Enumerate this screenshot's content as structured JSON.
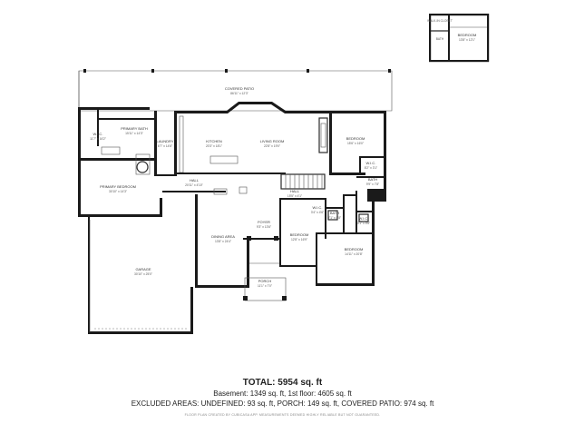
{
  "upper_floor": {
    "rooms": [
      {
        "name": "WALK-IN CLOSET",
        "dims": "",
        "key": "u1"
      },
      {
        "name": "BATH",
        "dims": "",
        "key": "u2"
      },
      {
        "name": "BEDROOM",
        "dims": "13'8\" x 12'1\"",
        "key": "u3"
      }
    ]
  },
  "main_floor": {
    "rooms": [
      {
        "name": "COVERED PATIO",
        "dims": "86'11\" x 12'3\"",
        "key": "patio"
      },
      {
        "name": "W.I.C.",
        "dims": "11'7\" x 16'2\"",
        "key": "wic1"
      },
      {
        "name": "PRIMARY BATH",
        "dims": "15'11\" x 14'3\"",
        "key": "pbath"
      },
      {
        "name": "LAUNDRY",
        "dims": "6'7\" x 14'6\"",
        "key": "laundry"
      },
      {
        "name": "KITCHEN",
        "dims": "20'3\" x 18'1\"",
        "key": "kitchen"
      },
      {
        "name": "LIVING ROOM",
        "dims": "22'8\" x 19'0\"",
        "key": "living"
      },
      {
        "name": "BEDROOM",
        "dims": "15'6\" x 16'0\"",
        "key": "bed1"
      },
      {
        "name": "W.I.C.",
        "dims": "8'2\" x 3'1\"",
        "key": "wic2"
      },
      {
        "name": "PRIMARY BEDROOM",
        "dims": "30'10\" x 14'3\"",
        "key": "pbed"
      },
      {
        "name": "HALL",
        "dims": "20'11\" x 4'10\"",
        "key": "hall1"
      },
      {
        "name": "HALL",
        "dims": "15'5\" x 4'1\"",
        "key": "hall2"
      },
      {
        "name": "BATH",
        "dims": "9'9\" x 7'8\"",
        "key": "bath1"
      },
      {
        "name": "W.I.C.",
        "dims": "3'4\" x 4'6\"",
        "key": "wic3"
      },
      {
        "name": "BATH",
        "dims": "7'1\" x 8'8\"",
        "key": "bath2"
      },
      {
        "name": "W.I.C.",
        "dims": "3'1\" x 5'6\"",
        "key": "wic4"
      },
      {
        "name": "FOYER",
        "dims": "9'3\" x 13'6\"",
        "key": "foyer"
      },
      {
        "name": "DINING AREA",
        "dims": "13'8\" x 24'4\"",
        "key": "dining"
      },
      {
        "name": "BEDROOM",
        "dims": "12'8\" x 16'9\"",
        "key": "bed2"
      },
      {
        "name": "BEDROOM",
        "dims": "14'11\" x 20'8\"",
        "key": "bed3"
      },
      {
        "name": "GARAGE",
        "dims": "30'10\" x 25'0\"",
        "key": "garage"
      },
      {
        "name": "PORCH",
        "dims": "11'1\" x 7'0\"",
        "key": "porch"
      }
    ]
  },
  "summary": {
    "total": "TOTAL: 5954 sq. ft",
    "line1": "Basement: 1349 sq. ft, 1st floor: 4605 sq. ft",
    "line2": "EXCLUDED AREAS: UNDEFINED: 93 sq. ft, PORCH: 149 sq. ft, COVERED PATIO: 974 sq. ft",
    "disclaimer": "FLOOR PLAN CREATED BY CUBICASA APP. MEASUREMENTS DEEMED HIGHLY RELIABLE BUT NOT GUARANTEED."
  }
}
